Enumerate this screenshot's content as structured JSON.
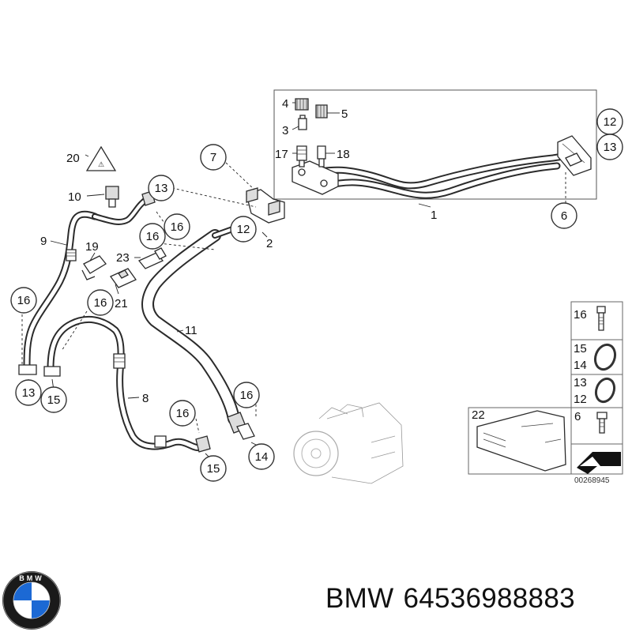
{
  "callouts": [
    "1",
    "2",
    "3",
    "4",
    "5",
    "6",
    "7",
    "8",
    "9",
    "10",
    "11",
    "12",
    "13",
    "14",
    "15",
    "16",
    "17",
    "18",
    "19",
    "20",
    "21",
    "22",
    "23"
  ],
  "diagram_number": "00268945",
  "logo": {
    "icon": "bmw-roundel-icon",
    "text": "BMW",
    "colors": {
      "blue": "#1c69d4",
      "black": "#111111",
      "white": "#ffffff"
    }
  },
  "footer": {
    "brand": "BMW",
    "part_number": "64536988883"
  }
}
